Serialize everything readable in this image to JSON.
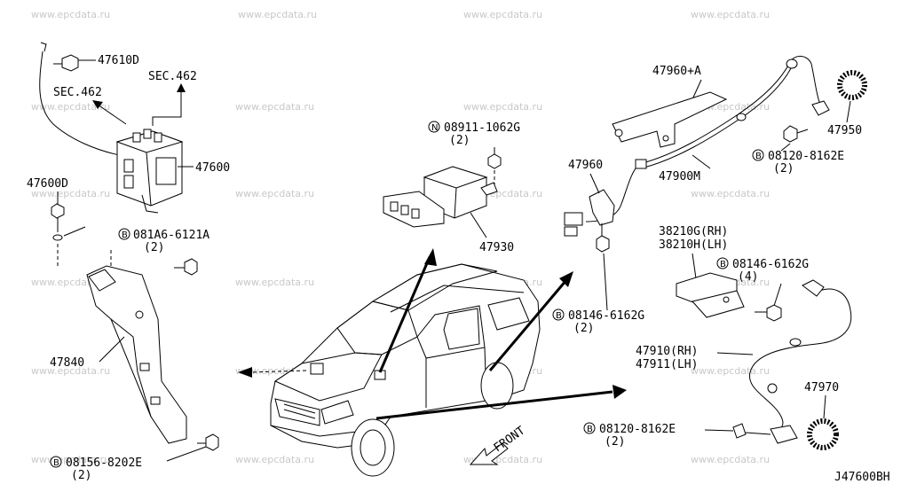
{
  "watermark": "www.epcdata.ru",
  "diagram_code": "J47600BH",
  "front_label": "FRONT",
  "sec_labels": [
    "SEC.462",
    "SEC.462"
  ],
  "parts": {
    "p47610D": "47610D",
    "p47600": "47600",
    "p47600D": "47600D",
    "p081A6": "081A6-6121A",
    "p081A6_qty": "(2)",
    "p47840": "47840",
    "p08156": "08156-8202E",
    "p08156_qty": "(2)",
    "p08911": "08911-1062G",
    "p08911_qty": "(2)",
    "p47930": "47930",
    "p47960A": "47960+A",
    "p47960": "47960",
    "p47900M": "47900M",
    "p47950": "47950",
    "p08120a": "08120-8162E",
    "p08120a_qty": "(2)",
    "p38210G": "38210G(RH)",
    "p38210H": "38210H(LH)",
    "p08146a": "08146-6162G",
    "p08146a_qty": "(4)",
    "p08146b": "08146-6162G",
    "p08146b_qty": "(2)",
    "p47910": "47910(RH)",
    "p47911": "47911(LH)",
    "p47970": "47970",
    "p08120b": "08120-8162E",
    "p08120b_qty": "(2)"
  },
  "markers": {
    "bolt": "B",
    "nut": "N"
  }
}
